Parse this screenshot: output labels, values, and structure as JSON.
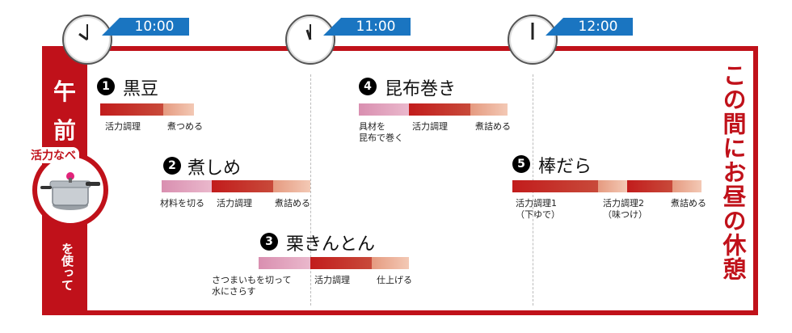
{
  "clocks": [
    {
      "time": "10:00"
    },
    {
      "time": "11:00"
    },
    {
      "time": "12:00"
    }
  ],
  "sidebar": {
    "gozen_1": "午",
    "gozen_2": "前",
    "badge": "活力なべ",
    "tsukatte": "を使って"
  },
  "right_text": "この間にお昼の休憩",
  "dishes": [
    {
      "num": "1",
      "name": "黒豆",
      "steps": [
        "活力調理",
        "煮つめる"
      ]
    },
    {
      "num": "2",
      "name": "煮しめ",
      "steps": [
        "材料を切る",
        "活力調理",
        "煮詰める"
      ]
    },
    {
      "num": "3",
      "name": "栗きんとん",
      "steps": [
        "さつまいもを切って",
        "水にさらす",
        "活力調理",
        "仕上げる"
      ]
    },
    {
      "num": "4",
      "name": "昆布巻き",
      "steps": [
        "具材を",
        "昆布で巻く",
        "活力調理",
        "煮詰める"
      ]
    },
    {
      "num": "5",
      "name": "棒だら",
      "steps": [
        "活力調理1",
        "（下ゆで）",
        "活力調理2",
        "（味つけ）",
        "煮詰める"
      ]
    }
  ],
  "colors": {
    "accent": "#c0111a",
    "clock_tag": "#1a75c1"
  }
}
